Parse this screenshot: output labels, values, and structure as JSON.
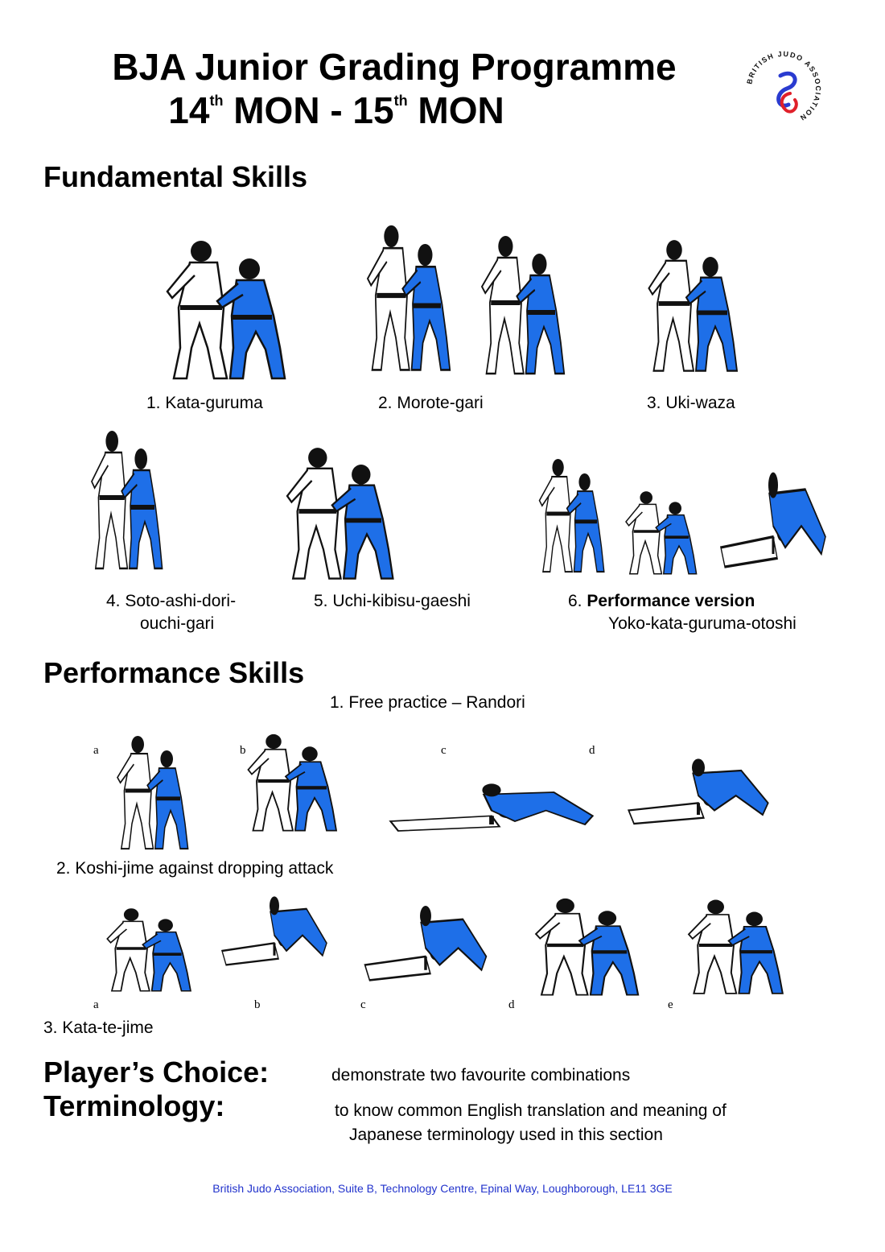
{
  "header": {
    "title": "BJA Junior Grading Programme",
    "subtitle_a": "14",
    "subtitle_a_sup": "th",
    "subtitle_b": " MON - 15",
    "subtitle_b_sup": "th",
    "subtitle_c": " MON",
    "logo_text": "BRITISH JUDO ASSOCIATION"
  },
  "fundamental": {
    "heading": "Fundamental Skills",
    "items": [
      {
        "label": "1.  Kata-guruma"
      },
      {
        "label": "2.  Morote-gari"
      },
      {
        "label": "3.  Uki-waza"
      },
      {
        "label_line1": "4.  Soto-ashi-dori-",
        "label_line2": "ouchi-gari"
      },
      {
        "label": "5.  Uchi-kibisu-gaeshi"
      },
      {
        "label_prefix": "6.  ",
        "label_bold": "Performance version",
        "label_line2": "Yoko-kata-guruma-otoshi"
      }
    ]
  },
  "performance": {
    "heading": "Performance Skills",
    "item1": "1.  Free practice – Randori",
    "item2": "2.  Koshi-jime against dropping attack",
    "item3": "3.  Kata-te-jime",
    "row1_letters": [
      "a",
      "b",
      "c",
      "d"
    ],
    "row2_letters": [
      "a",
      "b",
      "c",
      "d",
      "e"
    ]
  },
  "players_choice": {
    "label": "Player’s Choice:",
    "text": "demonstrate two favourite combinations"
  },
  "terminology": {
    "label": "Terminology:",
    "text_line1": "to know common English translation and meaning of",
    "text_line2": "Japanese terminology used in this section"
  },
  "footer": {
    "address": "British Judo Association, Suite B, Technology Centre, Epinal Way, Loughborough, LE11 3GE"
  },
  "colors": {
    "blue_gi": "#1e6fe8",
    "footer_text": "#2233cc"
  }
}
